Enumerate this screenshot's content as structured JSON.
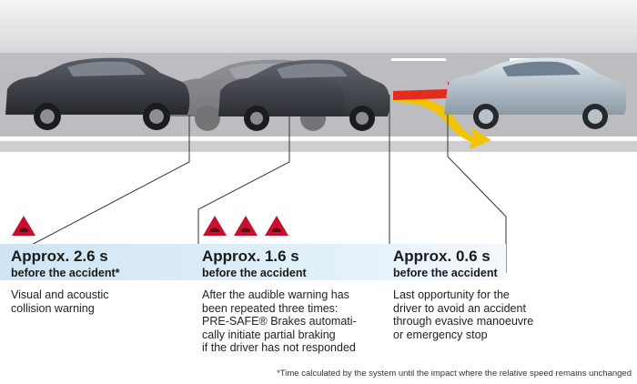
{
  "stages": [
    {
      "time": "Approx. 2.6 s",
      "subtitle": "before the accident*",
      "description": [
        "Visual and acoustic",
        "collision warning"
      ],
      "warnings": 1
    },
    {
      "time": "Approx. 1.6 s",
      "subtitle": "before the accident",
      "description": [
        "After the audible warning has",
        "been repeated three times:",
        "PRE-SAFE® Brakes automati-",
        "cally initiate partial braking",
        "if the driver has not responded"
      ],
      "warnings": 3
    },
    {
      "time": "Approx. 0.6 s",
      "subtitle": "before the accident",
      "description": [
        "Last opportunity for the",
        "driver to avoid an accident",
        "through evasive manoeuvre",
        "or emergency stop"
      ],
      "warnings": 0
    }
  ],
  "footnote": "*Time calculated by the system until the impact where the relative speed remains unchanged",
  "colors": {
    "warning_red": "#c8102e",
    "arrow_red": "#e32b1f",
    "arrow_yellow": "#f2c400",
    "band_blue": "#d3e8f5",
    "road": "#b9b9bd"
  }
}
